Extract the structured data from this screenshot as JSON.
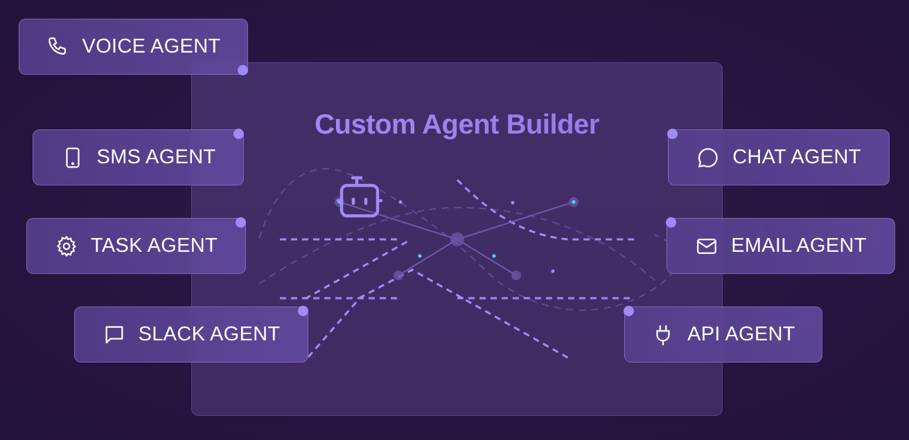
{
  "title": "Custom Agent Builder",
  "colors": {
    "accent": "#a08bf5",
    "cyan": "#4fd8f0",
    "background": "#261540"
  },
  "agents": [
    {
      "label": "VOICE AGENT",
      "icon": "phone-icon"
    },
    {
      "label": "SMS AGENT",
      "icon": "mobile-icon"
    },
    {
      "label": "TASK AGENT",
      "icon": "gear-icon"
    },
    {
      "label": "SLACK AGENT",
      "icon": "message-square-icon"
    },
    {
      "label": "CHAT AGENT",
      "icon": "chat-bubble-icon"
    },
    {
      "label": "EMAIL AGENT",
      "icon": "mail-icon"
    },
    {
      "label": "API AGENT",
      "icon": "plug-icon"
    }
  ]
}
